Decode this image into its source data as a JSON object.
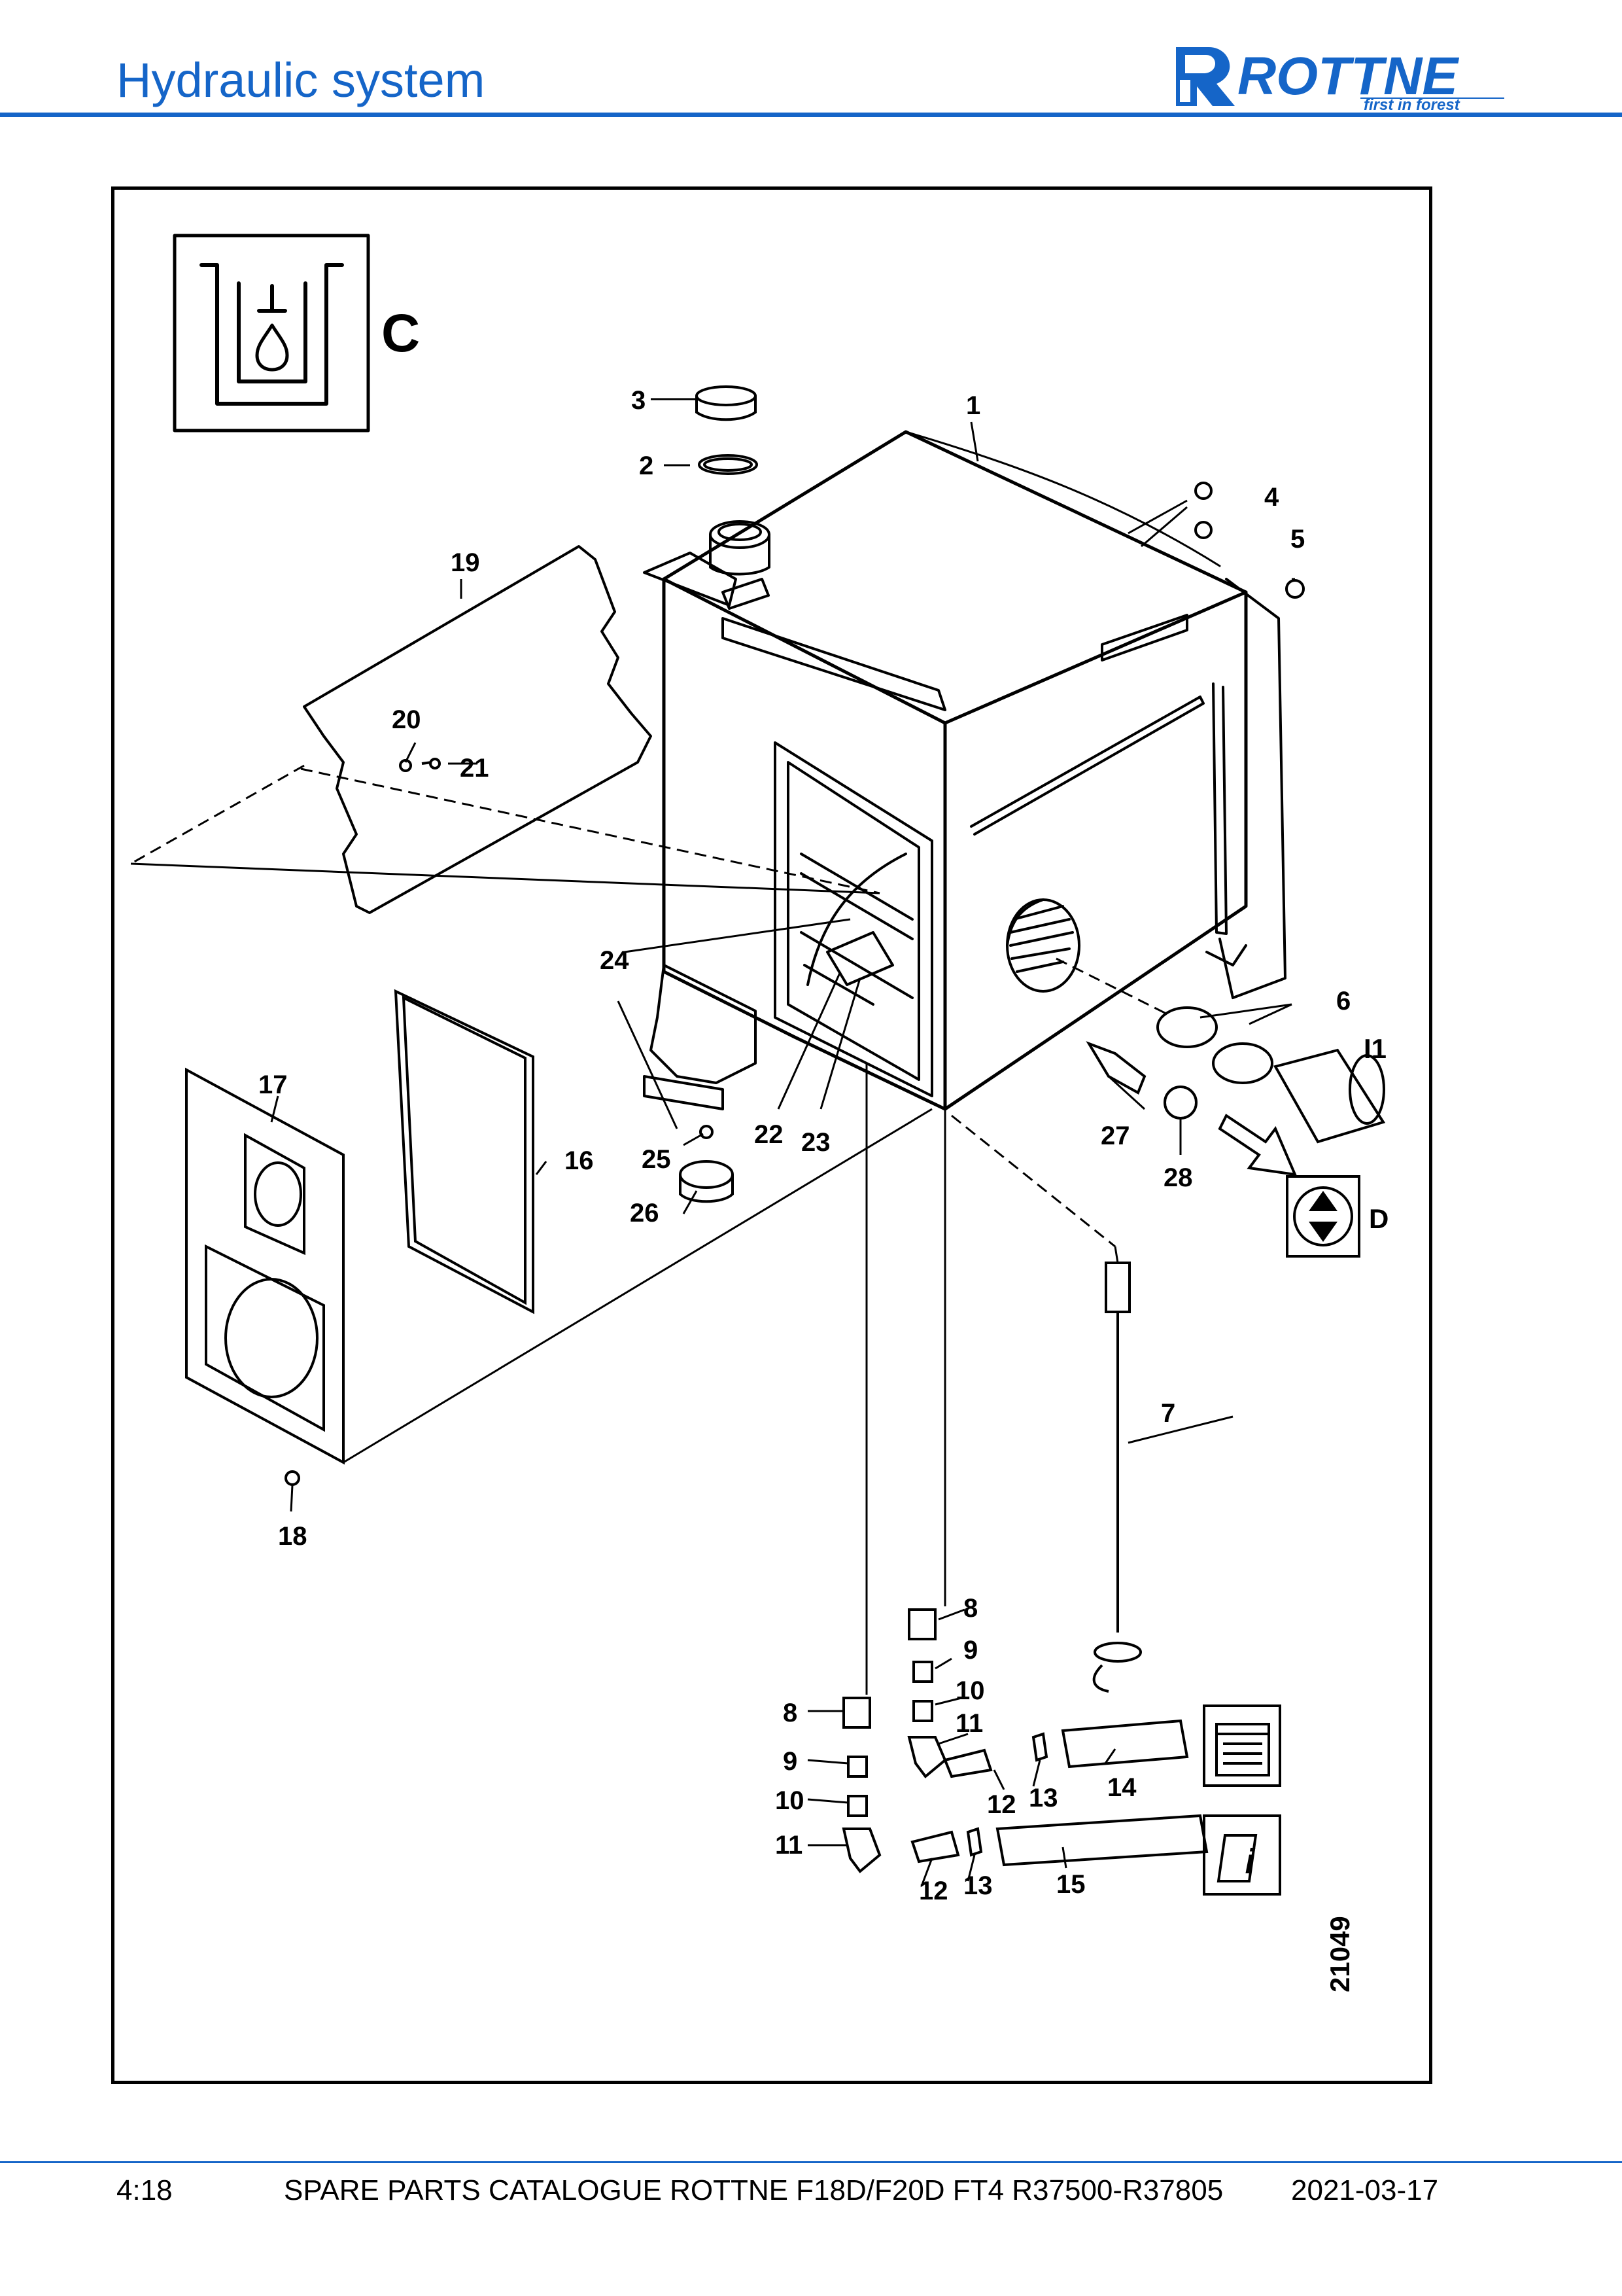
{
  "header": {
    "title": "Hydraulic system"
  },
  "logo": {
    "text": "ROTTNE",
    "tagline": "first in forest"
  },
  "section": {
    "letter": "C",
    "ref_letter": "D",
    "ref_item": "I1"
  },
  "diagram": {
    "figure_number": "21049",
    "callouts": [
      "1",
      "2",
      "3",
      "4",
      "5",
      "6",
      "7",
      "8",
      "9",
      "10",
      "11",
      "12",
      "13",
      "14",
      "15",
      "16",
      "17",
      "18",
      "19",
      "20",
      "21",
      "22",
      "23",
      "24",
      "25",
      "26",
      "27",
      "28"
    ]
  },
  "footer": {
    "page": "4:18",
    "catalogue": "SPARE PARTS CATALOGUE ROTTNE F18D/F20D FT4 R37500-R37805",
    "date": "2021-03-17"
  },
  "colors": {
    "brand": "#1565c8"
  }
}
